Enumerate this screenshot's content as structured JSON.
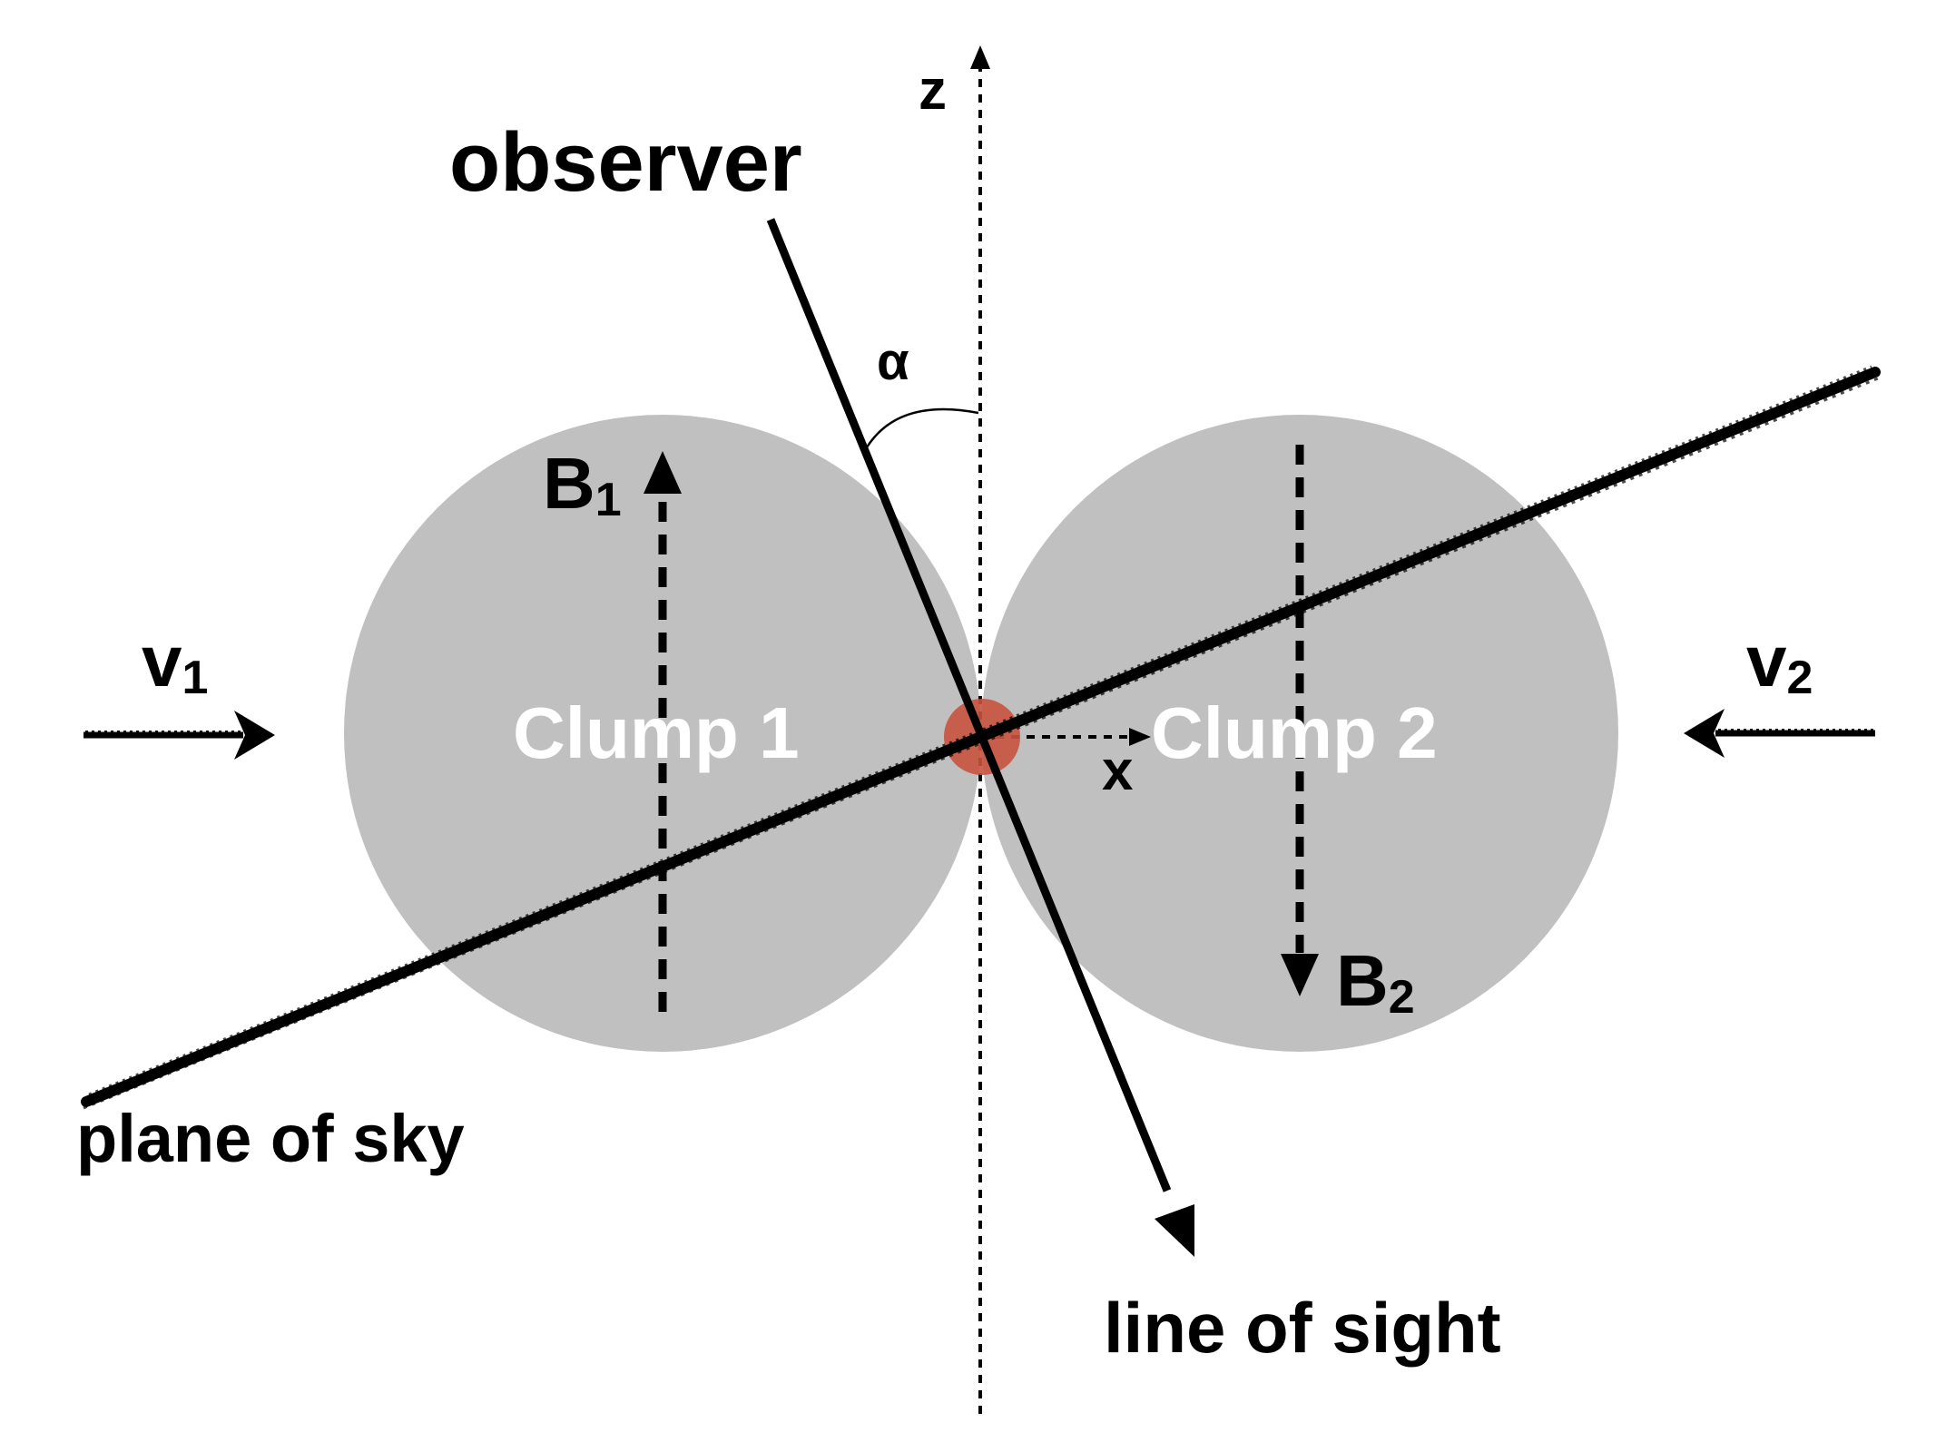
{
  "labels": {
    "observer": "observer",
    "z_axis": "z",
    "x_axis": "x",
    "alpha": "α",
    "b1_main": "B",
    "b1_sub": "1",
    "b2_main": "B",
    "b2_sub": "2",
    "v1_main": "v",
    "v1_sub": "1",
    "v2_main": "v",
    "v2_sub": "2",
    "clump1": "Clump 1",
    "clump2": "Clump 2",
    "plane_of_sky": "plane of sky",
    "line_of_sight": "line of sight"
  },
  "colors": {
    "clump_fill": "#c0c0c0",
    "collision_point": "#c8533f",
    "ink": "#000000",
    "clump_text": "#ffffff"
  }
}
